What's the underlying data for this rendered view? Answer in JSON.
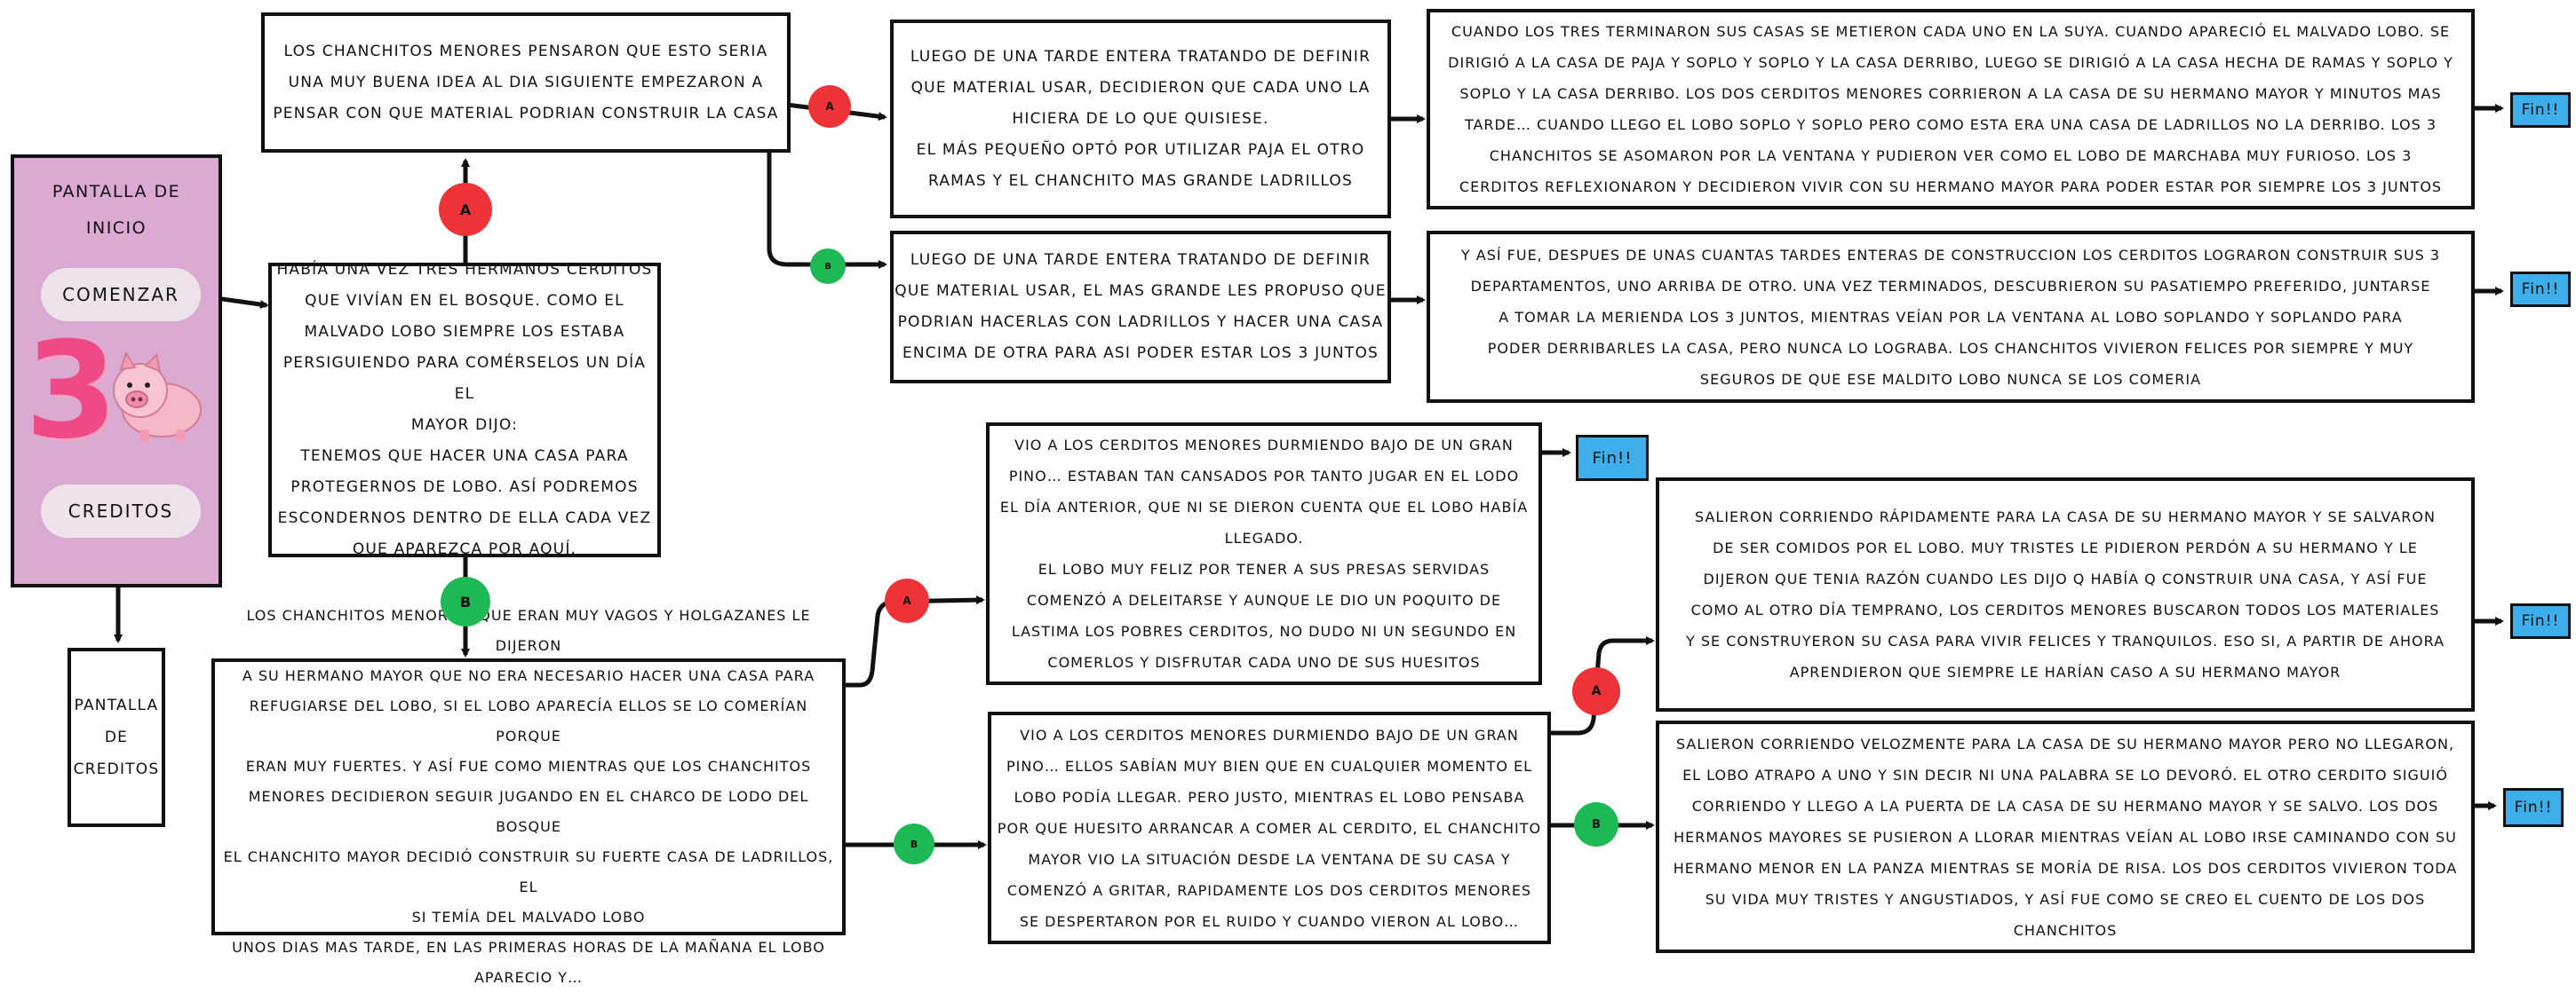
{
  "start_screen": {
    "title": "Pantalla de\ninicio",
    "start_button": "Comenzar",
    "credits_button": "Creditos",
    "logo_number": "3"
  },
  "credits_screen": {
    "label": "Pantalla\nde\ncreditos"
  },
  "nodes": {
    "intro": "Había una vez tres hermanos cerditos\nque vivían en el bosque. Como el\nmalvado lobo siempre los estaba\npersiguiendo para comérselos un día el\nmayor dijo:\nTenemos que hacer una casa para\nprotegernos de lobo. Así podremos\nescondernos dentro de ella cada vez\nque aparezca por aquí.",
    "a_top": "Los chanchitos menores pensaron que esto seria\nuna muy buena idea al dia siguiente empezaron a\npensar con que material podrian construir la casa",
    "aa_mid": "Luego de una tarde entera tratando de definir\nque material usar, decidieron que cada uno la\nhiciera de lo que quisiese.\nEl más pequeño optó por utilizar paja el otro\nramas y el chanchito mas grande ladrillos",
    "aa_end": "Cuando los tres terminaron sus casas se metieron cada uno en la suya. Cuando apareció  el malvado lobo. Se\ndirigió a la casa de paja y soplo y soplo y la casa derribo, luego se dirigió a la casa hecha de ramas y soplo y\nsoplo y la casa derribo. Los dos cerditos menores corrieron a la casa de su hermano mayor y minutos mas\ntarde… cuando llego el lobo soplo y soplo pero como esta era una casa de ladrillos no la derribo. Los 3\nchanchitos se asomaron por la ventana y  pudieron ver como el lobo de marchaba muy furioso. Los 3\ncerditos reflexionaron y decidieron vivir con su hermano mayor para poder estar por siempre los 3 juntos",
    "ab_mid": "Luego de una tarde entera tratando de definir\nque material usar, el mas grande les propuso que\npodrian hacerlas con ladrillos y hacer una casa\nencima de otra para asi poder estar los 3 juntos",
    "ab_end": "Y así fue, despues de unas cuantas tardes enteras de construccion los cerditos lograron construir sus 3\ndepartamentos, uno arriba de otro. Una vez terminados, descubrieron su pasatiempo preferido, juntarse\na tomar la merienda los 3 juntos, mientras veían por la ventana al lobo soplando y soplando para\npoder derribarles la casa, pero nunca lo lograba. Los chanchitos vivieron felices por siempre y muy\nseguros de que ese maldito lobo nunca se los comeria",
    "b_bottom": "Los chanchitos menores, que eran muy vagos y holgazanes le dijeron\na su hermano mayor que no era necesario hacer una casa para\nrefugiarse del lobo, si el lobo aparecía ellos se lo comerían porque\neran muy fuertes. Y así fue como mientras que los chanchitos\nmenores decidieron seguir jugando en el charco de lodo del bosque\nel chanchito mayor decidió construir su fuerte casa de ladrillos, el\nsi temía del malvado lobo\nunos dias mas tarde, en las primeras horas de la mañana el lobo\naparecio y…",
    "ba_end": "Vio a los cerditos menores durmiendo bajo de un gran\npino… Estaban tan cansados por tanto jugar en el lodo\nel día anterior, que ni se dieron cuenta que el lobo había\nllegado.\nEl lobo muy feliz por tener a sus presas servidas\ncomenzó a deleitarse y aunque le dio un poquito de\nlastima los pobres cerditos, no dudo ni un segundo en\ncomerlos y disfrutar cada uno de sus huesitos",
    "bb_mid": "Vio a los cerditos menores durmiendo bajo de un gran\npino… Ellos sabían muy bien que en cualquier momento el\nlobo podía llegar. Pero justo, mientras el lobo pensaba\npor que huesito arrancar a comer al cerdito, el chanchito\nmayor vio la situación desde la ventana de su casa y\ncomenzó a gritar, rapidamente los dos cerditos menores\nse despertaron por el ruido y cuando vieron al lobo…",
    "bba_end": "Salieron corriendo rápidamente para la casa de su hermano mayor y se salvaron\nde ser comidos por el lobo. Muy tristes le pidieron perdón a su hermano y le\ndijeron que tenia razón cuando les dijo q había q construir una casa, y así fue\ncomo al otro día temprano, los cerditos menores buscaron todos los materiales\ny se construyeron su casa para vivir felices y tranquilos. Eso si, a partir de ahora\naprendieron que siempre le harían caso a su hermano mayor",
    "bbb_end": "Salieron corriendo velozmente para la casa de su hermano mayor pero no llegaron,\nel lobo atrapo a uno  y sin decir ni una palabra se lo devoró. El otro cerdito siguió\ncorriendo y llego a la puerta de la casa de su hermano mayor y se salvo.  Los dos\nhermanos mayores se pusieron a llorar mientras veían al lobo irse caminando con su\nhermano menor en la panza mientras se moría de risa. Los dos cerditos vivieron toda\nsu vida muy tristes y angustiados, y así fue como se creo el cuento de los dos\nchanchitos"
  },
  "choices": {
    "main_a": "A",
    "main_b": "B",
    "a_a": "A",
    "a_b": "B",
    "b_a": "A",
    "b_b": "B",
    "bb_a": "A",
    "bb_b": "B"
  },
  "end_label": "Fin!!",
  "colors": {
    "start_panel": "#dbaad3",
    "choice_a": "#ee3338",
    "choice_b": "#1db954",
    "end": "#3daee9"
  }
}
